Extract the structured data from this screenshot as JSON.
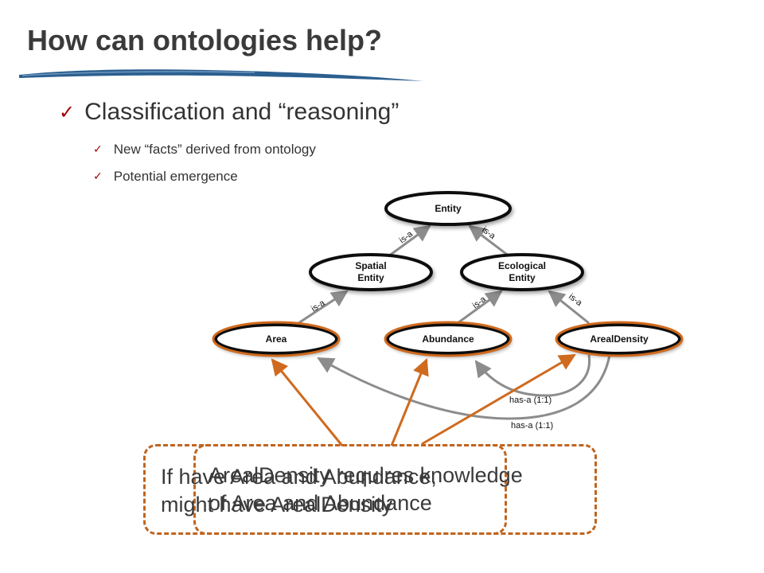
{
  "slide": {
    "title": "How can ontologies help?"
  },
  "bullets": [
    {
      "text": "Classification and “reasoning”",
      "icon": "checkmark-icon"
    },
    {
      "text": "New “facts” derived from ontology",
      "icon": "checkmark-icon"
    },
    {
      "text": "Potential emergence",
      "icon": "checkmark-icon"
    }
  ],
  "diagram": {
    "nodes": [
      {
        "id": "entity",
        "lines": [
          "Entity"
        ]
      },
      {
        "id": "spatial-entity",
        "lines": [
          "Spatial",
          "Entity"
        ]
      },
      {
        "id": "ecological-entity",
        "lines": [
          "Ecological",
          "Entity"
        ]
      },
      {
        "id": "area",
        "lines": [
          "Area"
        ],
        "highlighted": true
      },
      {
        "id": "abundance",
        "lines": [
          "Abundance"
        ],
        "highlighted": true
      },
      {
        "id": "areal-density",
        "lines": [
          "ArealDensity"
        ],
        "highlighted": true
      }
    ],
    "edge_labels": {
      "is_a": "is-a",
      "has_a": "has-a (1:1)"
    },
    "colors": {
      "node_border": "#111111",
      "highlight": "#cf6a1e",
      "edge": "#8c8c8c",
      "callout_border": "#c0651f",
      "check": "#a00000"
    }
  },
  "callouts": {
    "left": {
      "line1": "If have Area and Abundance,",
      "line2": "might have ArealDensity"
    },
    "right": {
      "line1": "ArealDensity requires knowledge",
      "line2": "of Area and Abundance"
    }
  }
}
